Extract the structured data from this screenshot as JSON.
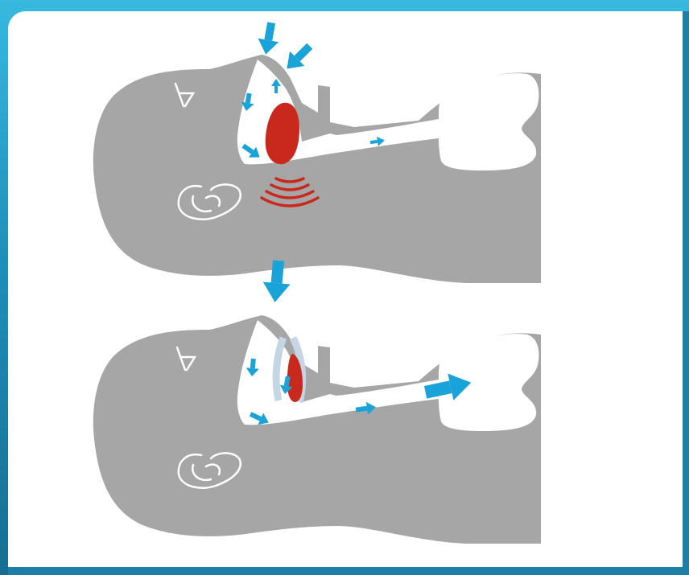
{
  "colors": {
    "frame": "#2aa3cf",
    "background": "#ffffff",
    "head": "#a6a6a6",
    "arrow": "#1aa3d8",
    "tissue": "#c9281c",
    "mask": "#c4d6e3"
  },
  "figures": [
    {
      "id": "without-cpap",
      "airway": "obstructed",
      "snoring_waves": true
    },
    {
      "id": "with-cpap",
      "airway": "open",
      "snoring_waves": false
    }
  ]
}
